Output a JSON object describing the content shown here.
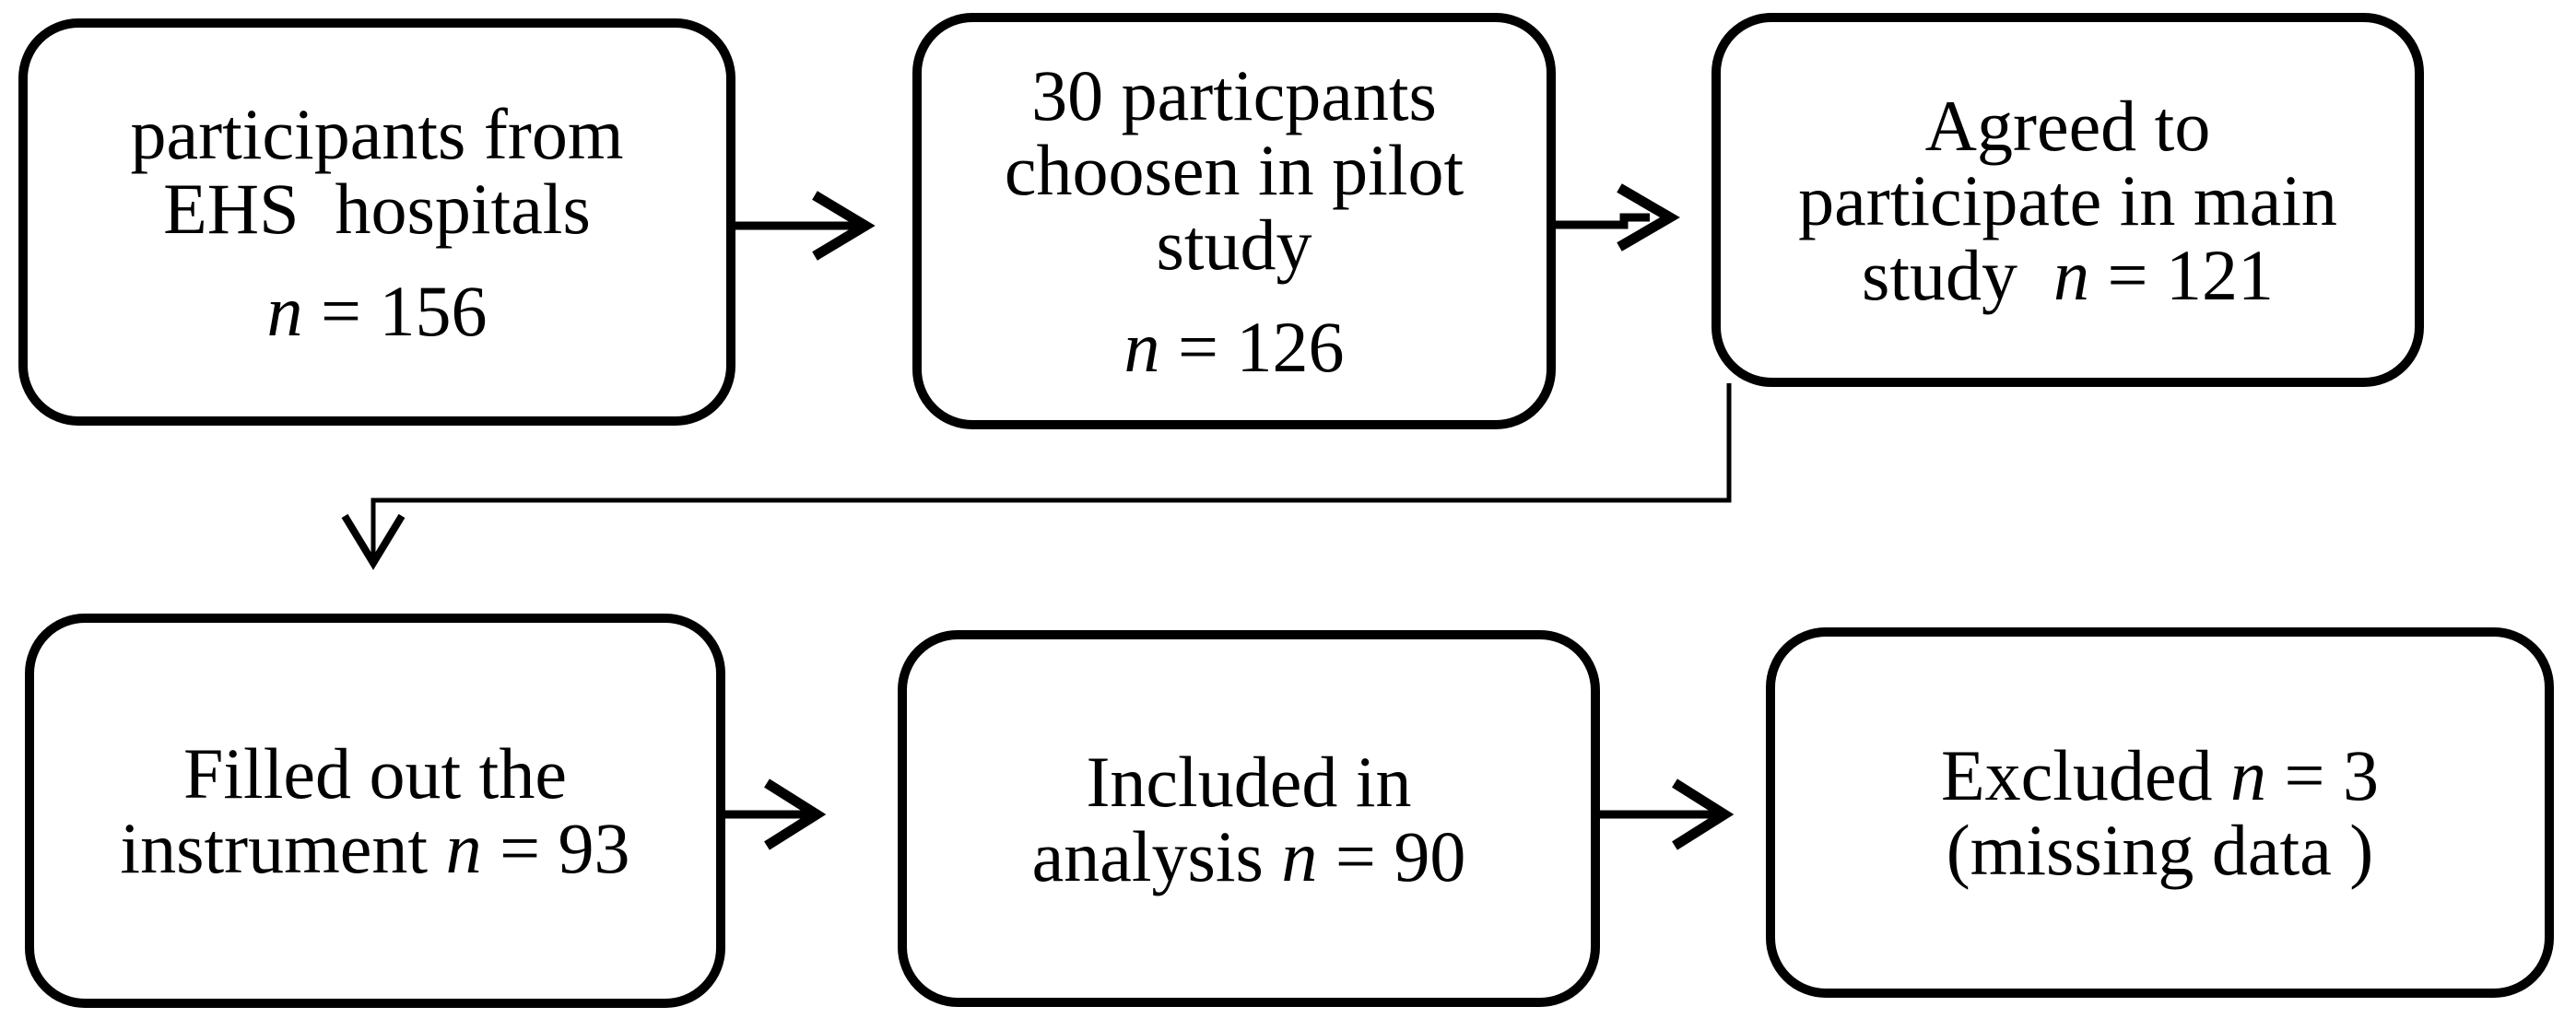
{
  "figure": {
    "description": "Participant flow diagram",
    "background_color": "#ffffff",
    "ink_color": "#000000"
  },
  "boxes": [
    {
      "id": "participants-ehs-hospitals",
      "paragraphs": [
        [
          [
            {
              "text": "participants from"
            }
          ],
          [
            {
              "text": "EHS  hospitals"
            }
          ]
        ],
        [
          [
            {
              "text": "n",
              "italic": true
            },
            {
              "text": " = 156"
            }
          ]
        ]
      ]
    },
    {
      "id": "pilot-study",
      "paragraphs": [
        [
          [
            {
              "text": "30 particpants"
            }
          ],
          [
            {
              "text": "choosen in pilot"
            }
          ],
          [
            {
              "text": "study"
            }
          ]
        ],
        [
          [
            {
              "text": "n",
              "italic": true
            },
            {
              "text": " = 126"
            }
          ]
        ]
      ]
    },
    {
      "id": "agreed-main-study",
      "paragraphs": [
        [
          [
            {
              "text": "Agreed to"
            }
          ],
          [
            {
              "text": "participate in main"
            }
          ],
          [
            {
              "text": "study  "
            },
            {
              "text": "n",
              "italic": true
            },
            {
              "text": " = 121"
            }
          ]
        ]
      ]
    },
    {
      "id": "filled-instrument",
      "paragraphs": [
        [
          [
            {
              "text": "Filled out the"
            }
          ],
          [
            {
              "text": "instrument "
            },
            {
              "text": "n",
              "italic": true
            },
            {
              "text": " = 93"
            }
          ]
        ]
      ]
    },
    {
      "id": "included-analysis",
      "paragraphs": [
        [
          [
            {
              "text": "Included in"
            }
          ],
          [
            {
              "text": "analysis "
            },
            {
              "text": "n",
              "italic": true
            },
            {
              "text": " = 90"
            }
          ]
        ]
      ]
    },
    {
      "id": "excluded-missing-data",
      "paragraphs": [
        [
          [
            {
              "text": "Excluded "
            },
            {
              "text": "n",
              "italic": true
            },
            {
              "text": " = 3"
            }
          ],
          [
            {
              "text": "(missing data )"
            }
          ]
        ]
      ]
    }
  ]
}
